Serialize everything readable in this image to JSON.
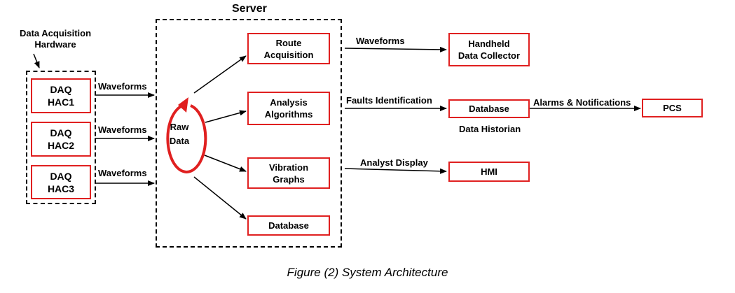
{
  "diagram": {
    "server_label": "Server",
    "daq_hardware_label": [
      "Data Acquisition",
      "Hardware"
    ],
    "daq_units": [
      {
        "line1": "DAQ",
        "line2": "HAC1"
      },
      {
        "line1": "DAQ",
        "line2": "HAC2"
      },
      {
        "line1": "DAQ",
        "line2": "HAC3"
      }
    ],
    "waveforms_label": "Waveforms",
    "raw_data": {
      "line1": "Raw",
      "line2": "Data"
    },
    "server_modules": [
      {
        "line1": "Route",
        "line2": "Acquisition"
      },
      {
        "line1": "Analysis",
        "line2": "Algorithms"
      },
      {
        "line1": "Vibration",
        "line2": "Graphs"
      },
      {
        "line1": "Database",
        "line2": ""
      }
    ],
    "outputs": {
      "waveforms_edge": "Waveforms",
      "handheld": {
        "line1": "Handheld",
        "line2": "Data Collector"
      },
      "faults_edge": "Faults Identification",
      "database": "Database",
      "data_historian": "Data Historian",
      "alarms_edge": "Alarms & Notifications",
      "pcs": "PCS",
      "analyst_edge": "Analyst Display",
      "hmi": "HMI"
    },
    "colors": {
      "box_border": "#e02020",
      "raw_data_circle": "#e02020",
      "lines": "#000000"
    }
  },
  "caption": "Figure (2) System Architecture"
}
